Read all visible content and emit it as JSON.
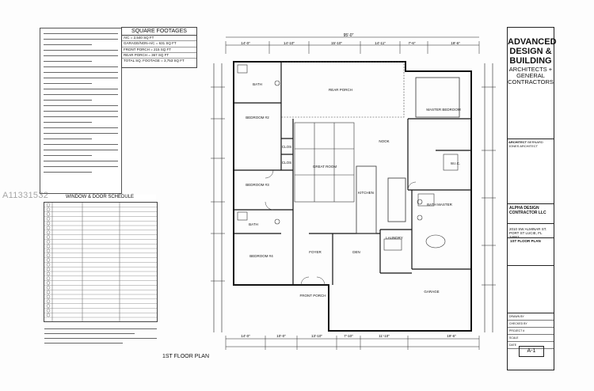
{
  "sqft": {
    "title": "SQUARE FOOTAGES",
    "rows": [
      "A/C = 2,540 SQ FT",
      "GARAGE/NON-A/C = 631 SQ FT",
      "FRONT PORCH = 215 SQ FT",
      "REAR PORCH = 367 SQ FT",
      "TOTAL SQ. FOOTAGE = 3,753 SQ FT"
    ]
  },
  "schedule": {
    "title": "WINDOW & DOOR SCHEDULE"
  },
  "rooms": {
    "bath": "BATH",
    "rear_porch": "REAR PORCH",
    "master_bedroom": "MASTER BEDROOM",
    "bedroom2": "BEDROOM #2",
    "nook": "NOOK",
    "clos1": "CLOS",
    "clos2": "CLOS",
    "great_room": "GREAT ROOM",
    "wic": "W.I.C.",
    "bedroom3": "BEDROOM #3",
    "kitchen": "KITCHEN",
    "bath_master": "BATH MASTER",
    "bath2": "BATH",
    "laundry": "LAUNDRY",
    "foyer": "FOYER",
    "den": "DEN",
    "bedroom4": "BEDROOM #4",
    "garage": "GARAGE",
    "front_porch": "FRONT PORCH"
  },
  "dims": {
    "overall": "95'-0\"",
    "top": [
      "14'-0\"",
      "14'-10\"",
      "15'-10\"",
      "14'-11\"",
      "7'-6\"",
      "19'-6\""
    ],
    "bottom": [
      "14'-0\"",
      "10'-0\"",
      "13'-10\"",
      "7'-10\"",
      "11'-10\"",
      "19'-6\""
    ]
  },
  "plan_caption": "1ST FLOOR PLAN",
  "title_block": {
    "firm": "ADVANCED DESIGN & BUILDING",
    "firm_sub": "ARCHITECTS + GENERAL CONTRACTORS",
    "architect_label": "ARCHITECT",
    "architect_name": "BERNARD JONES ARCHITECT",
    "contractor": "ALPHA DESIGN CONTRACTOR LLC",
    "address": "2010 SW ALMINAR ST. PORT ST LUCIE, FL 34953",
    "sheet_title": "1ST FLOOR PLAN",
    "sheet_no": "A-1",
    "meta_rows": [
      "DRAWN BY",
      "CHECKED BY",
      "PROJECT #",
      "SCALE",
      "DATE"
    ]
  },
  "watermark": "A11331532"
}
